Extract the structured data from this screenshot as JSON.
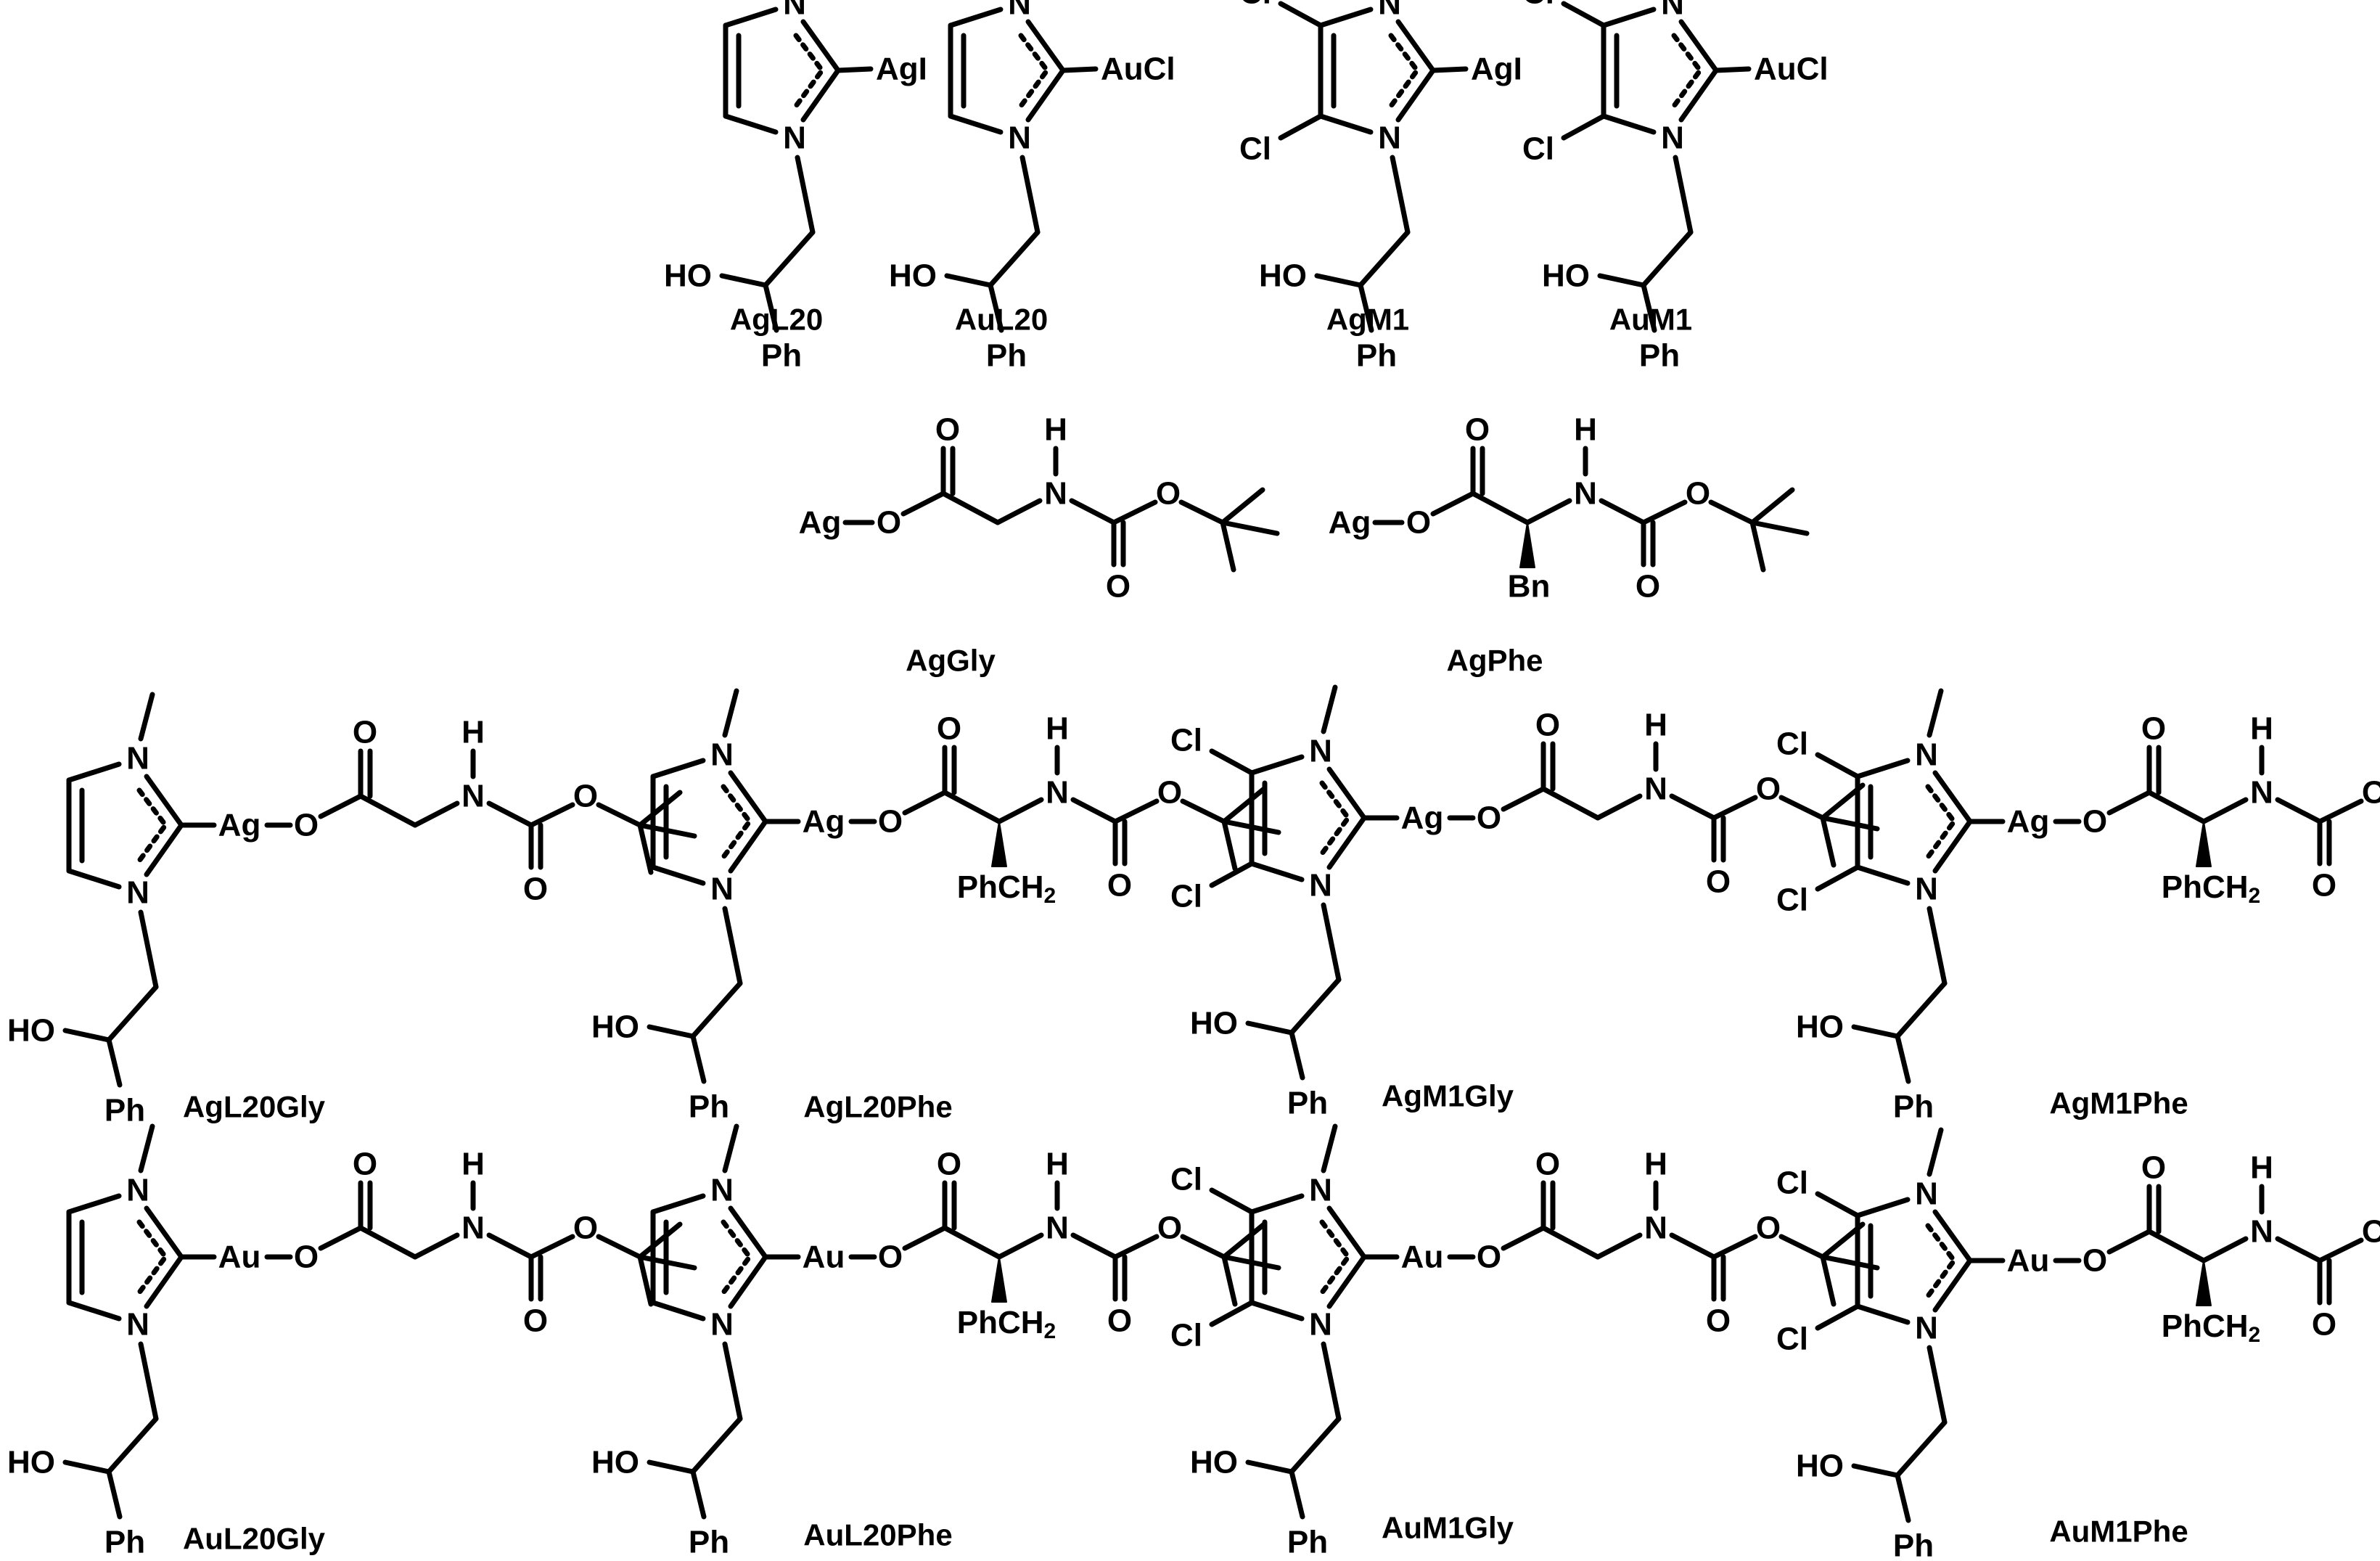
{
  "compounds": [
    {
      "id": "AgL20",
      "name": "AgL20",
      "kind": "simple",
      "metal": "AgI",
      "ring": "H"
    },
    {
      "id": "AuL20",
      "name": "AuL20",
      "kind": "simple",
      "metal": "AuCl",
      "ring": "H"
    },
    {
      "id": "AgM1",
      "name": "AgM1",
      "kind": "simple",
      "metal": "AgI",
      "ring": "Cl"
    },
    {
      "id": "AuM1",
      "name": "AuM1",
      "kind": "simple",
      "metal": "AuCl",
      "ring": "Cl"
    },
    {
      "id": "AgGly",
      "name": "AgGly",
      "kind": "amino",
      "metal": "Ag",
      "acid": "Gly",
      "side_label": ""
    },
    {
      "id": "AgPhe",
      "name": "AgPhe",
      "kind": "amino",
      "metal": "Ag",
      "acid": "Phe",
      "side_label": "Bn"
    },
    {
      "id": "AgL20Gly",
      "name": "AgL20Gly",
      "kind": "full",
      "metal": "Ag",
      "ring": "H",
      "acid": "Gly"
    },
    {
      "id": "AgL20Phe",
      "name": "AgL20Phe",
      "kind": "full",
      "metal": "Ag",
      "ring": "H",
      "acid": "Phe"
    },
    {
      "id": "AgM1Gly",
      "name": "AgM1Gly",
      "kind": "full",
      "metal": "Ag",
      "ring": "Cl",
      "acid": "Gly"
    },
    {
      "id": "AgM1Phe",
      "name": "AgM1Phe",
      "kind": "full",
      "metal": "Ag",
      "ring": "Cl",
      "acid": "Phe"
    },
    {
      "id": "AuL20Gly",
      "name": "AuL20Gly",
      "kind": "full",
      "metal": "Au",
      "ring": "H",
      "acid": "Gly"
    },
    {
      "id": "AuL20Phe",
      "name": "AuL20Phe",
      "kind": "full",
      "metal": "Au",
      "ring": "H",
      "acid": "Phe"
    },
    {
      "id": "AuM1Gly",
      "name": "AuM1Gly",
      "kind": "full",
      "metal": "Au",
      "ring": "Cl",
      "acid": "Gly"
    },
    {
      "id": "AuM1Phe",
      "name": "AuM1Phe",
      "kind": "full",
      "metal": "Au",
      "ring": "Cl",
      "acid": "Phe"
    }
  ],
  "atom_labels": {
    "nitrogen": "N",
    "oxygen": "O",
    "hydrogen": "H",
    "chloro": "Cl",
    "hydroxy": "HO",
    "phenyl": "Ph",
    "benzyl_main": "PhCH",
    "benzyl_sub": "2"
  }
}
